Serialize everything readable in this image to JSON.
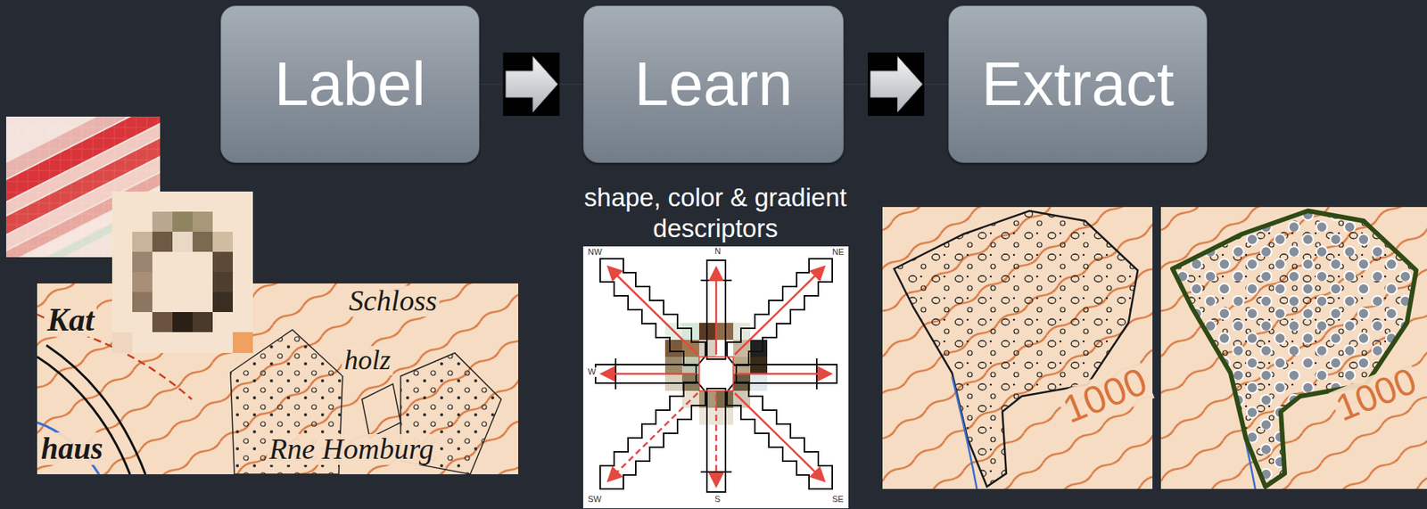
{
  "diagram": {
    "nodes": [
      {
        "text": [
          "Label"
        ]
      },
      {
        "text": [
          "Learn"
        ]
      },
      {
        "text": [
          "Extract"
        ]
      }
    ],
    "edges": [
      {
        "from": 0,
        "to": 1,
        "arrow": "to"
      },
      {
        "from": 1,
        "to": 2,
        "arrow": "to"
      }
    ],
    "labels": [
      "shape, color & gradient descriptors",
      "Kat",
      "haus",
      "Schloss",
      "holz",
      "Rne Homburg",
      "NW",
      "N",
      "NE",
      "W",
      "SW",
      "S",
      "SE",
      "1000",
      "1000"
    ]
  }
}
